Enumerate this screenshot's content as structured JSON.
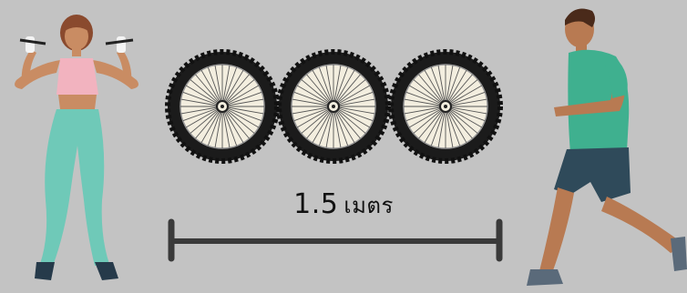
{
  "distance": {
    "value": "1.5",
    "unit": "เมตร"
  },
  "colors": {
    "background": "#c3c3c3",
    "tire": "#1b1b1b",
    "rim": "#f3eedf",
    "bar": "#3a3a3a",
    "woman_top": "#f2b3bf",
    "woman_leggings": "#6fc9b8",
    "man_shirt": "#3fb08f",
    "man_shorts": "#2f4a5a",
    "skin": "#b87a52"
  },
  "icons": [
    "woman-exercising-figure",
    "bicycle-wheel-icon",
    "man-running-figure",
    "measurement-bar"
  ]
}
